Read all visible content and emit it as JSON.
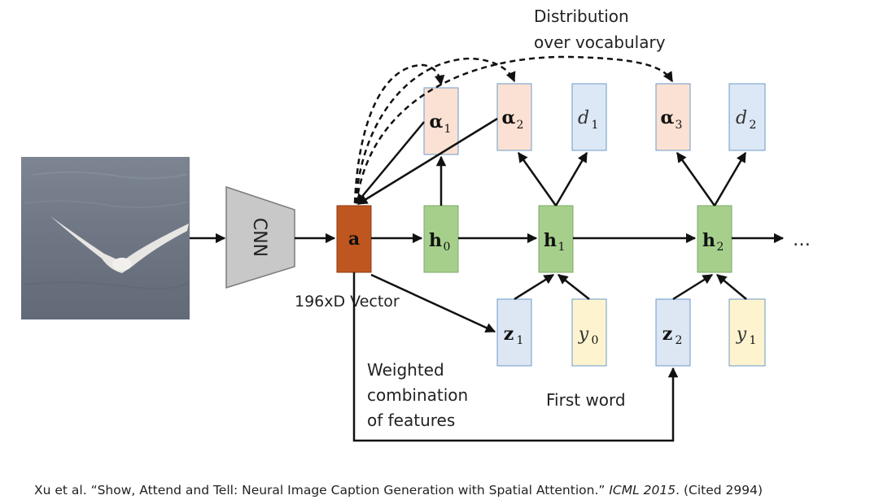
{
  "labels": {
    "distribution_line1": "Distribution",
    "distribution_line2": "over vocabulary",
    "cnn": "CNN",
    "vector": "196xD Vector",
    "weighted_line1": "Weighted",
    "weighted_line2": "combination",
    "weighted_line3": "of features",
    "first_word": "First word",
    "ellipsis": "…"
  },
  "nodes": {
    "a": "a",
    "h0": {
      "base": "h",
      "sub": "0"
    },
    "h1": {
      "base": "h",
      "sub": "1"
    },
    "h2": {
      "base": "h",
      "sub": "2"
    },
    "alpha1": {
      "base": "α",
      "sub": "1"
    },
    "alpha2": {
      "base": "α",
      "sub": "2"
    },
    "alpha3": {
      "base": "α",
      "sub": "3"
    },
    "d1": {
      "base": "d",
      "sub": "1"
    },
    "d2": {
      "base": "d",
      "sub": "2"
    },
    "z1": {
      "base": "z",
      "sub": "1"
    },
    "z2": {
      "base": "z",
      "sub": "2"
    },
    "y0": {
      "base": "y",
      "sub": "0"
    },
    "y1": {
      "base": "y",
      "sub": "1"
    }
  },
  "colors": {
    "feature": "#c0561f",
    "hidden": "#a6cf8c",
    "attention": "#fbe1d3",
    "output": "#dce8f5",
    "context": "#dde6f3",
    "word": "#fdf4cf",
    "cnn": "#c8c8c8"
  },
  "citation": {
    "authors": "Xu et al. “Show, Attend and Tell: Neural Image Caption Generation with Spatial Attention.” ",
    "venue": "ICML 2015",
    "cited": ". (Cited 2994)"
  }
}
